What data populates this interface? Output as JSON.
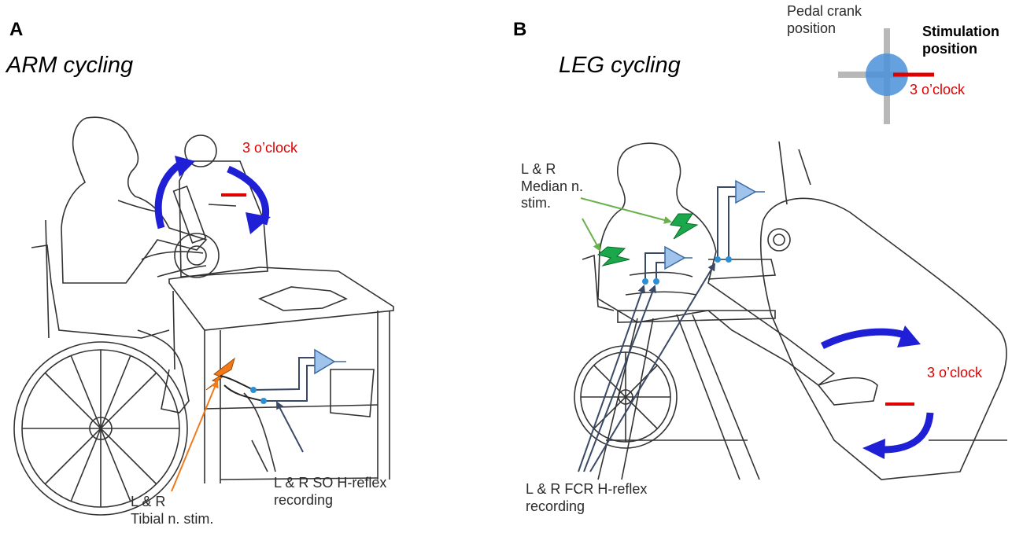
{
  "panels": {
    "a": {
      "letter": "A",
      "title": "ARM cycling",
      "clock_label": "3 o’clock",
      "stim_label": "L & R\nTibial n. stim.",
      "record_label": "L & R SO H-reflex\nrecording"
    },
    "b": {
      "letter": "B",
      "title": "LEG cycling",
      "clock_label": "3 o’clock",
      "stim_label": "L & R\nMedian n.\nstim.",
      "record_label": "L & R FCR H-reflex\nrecording"
    }
  },
  "legend": {
    "crank_label": "Pedal crank\nposition",
    "stim_position_label": "Stimulation\nposition",
    "clock_label": "3 o’clock"
  },
  "colors": {
    "arrow_blue": "#1f1fd6",
    "stim_red": "#e00000",
    "stim_orange": "#f07a1a",
    "stim_green": "#1aa84a",
    "amp_blue": "#9fc3ea",
    "electrode_blue": "#2b8fd6",
    "line_dark": "#3a4a66",
    "crank_gray": "#b8b8b8",
    "crank_circle": "#4a90d9"
  }
}
